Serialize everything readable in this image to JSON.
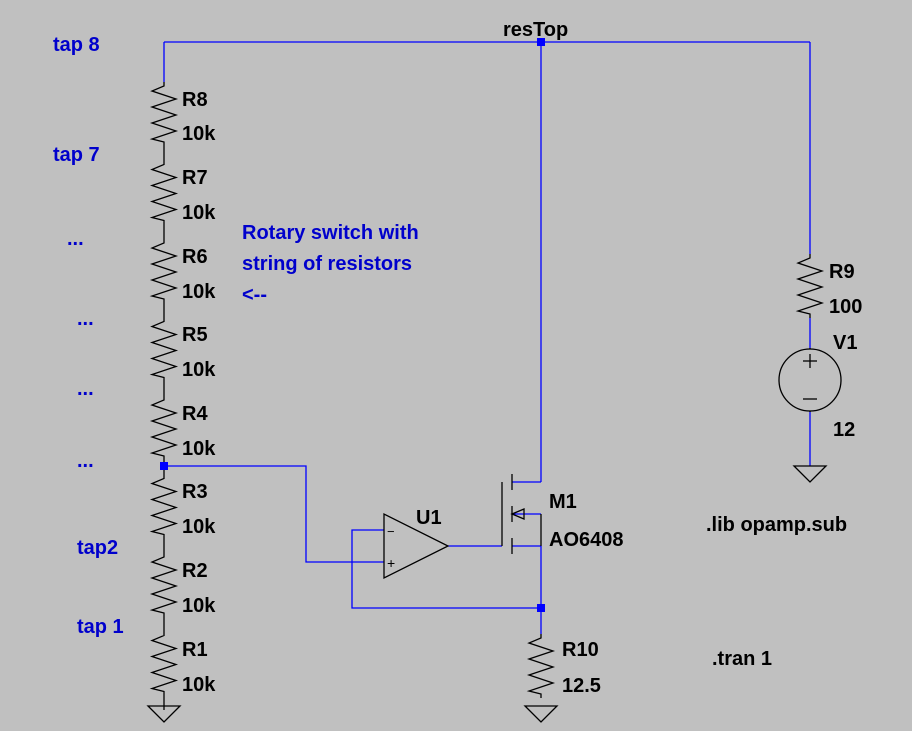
{
  "colors": {
    "background": "#c0c0c0",
    "wire": "#0000ff",
    "component": "#000000",
    "comment": "#0000cc",
    "junction": "#0000ff"
  },
  "net_labels": {
    "res_top": "resTop"
  },
  "resistors": [
    {
      "name": "R8",
      "value": "10k"
    },
    {
      "name": "R7",
      "value": "10k"
    },
    {
      "name": "R6",
      "value": "10k"
    },
    {
      "name": "R5",
      "value": "10k"
    },
    {
      "name": "R4",
      "value": "10k"
    },
    {
      "name": "R3",
      "value": "10k"
    },
    {
      "name": "R2",
      "value": "10k"
    },
    {
      "name": "R1",
      "value": "10k"
    }
  ],
  "r9": {
    "name": "R9",
    "value": "100"
  },
  "r10": {
    "name": "R10",
    "value": "12.5"
  },
  "source": {
    "name": "V1",
    "value": "12"
  },
  "mosfet": {
    "name": "M1",
    "model": "AO6408"
  },
  "opamp": {
    "name": "U1",
    "minus": "−",
    "plus": "+"
  },
  "taps": {
    "t8": "tap 8",
    "t7": "tap 7",
    "dots1": "...",
    "dots2": "...",
    "dots3": "...",
    "dots4": "...",
    "t2": "tap2",
    "t1": "tap 1"
  },
  "comment": {
    "line1": "Rotary switch with",
    "line2": "string of resistors",
    "line3": "<--"
  },
  "directives": {
    "lib": ".lib opamp.sub",
    "tran": ".tran 1"
  }
}
